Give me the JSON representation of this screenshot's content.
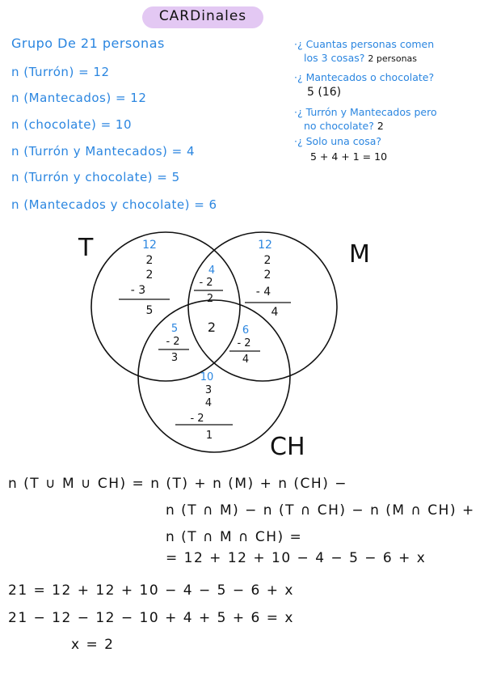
{
  "title": "CARDinales",
  "given": [
    "Grupo De 21 personas",
    "n (Turrón) = 12",
    "n (Mantecados) = 12",
    "n (chocolate) = 10",
    "n (Turrón y Mantecados) = 4",
    "n (Turrón y chocolate) = 5",
    "n (Mantecados y chocolate) = 6"
  ],
  "questions": [
    {
      "blue": "·¿ Cuantas personas comen",
      "blue2": "los 3 cosas?",
      "black": "2 personas"
    },
    {
      "blue": "·¿ Mantecados o chocolate?",
      "black": "5 (16)"
    },
    {
      "blue": "·¿ Turrón y Mantecados pero",
      "blue2": "no chocolate?",
      "black": "2"
    },
    {
      "blue": "·¿ Solo una cosa?",
      "black": "5 + 4 + 1 = 10"
    }
  ],
  "venn": {
    "labels": {
      "t": "T",
      "m": "M",
      "ch": "CH"
    },
    "t_only": {
      "total": "12",
      "l1": "2",
      "l2": "2",
      "l3": "- 3",
      "result": "5"
    },
    "m_only": {
      "total": "12",
      "l1": "2",
      "l2": "2",
      "l3": "- 4",
      "result": "4"
    },
    "ch_only": {
      "total": "10",
      "l1": "3",
      "l2": "4",
      "l3": "- 2",
      "result": "1"
    },
    "tm": {
      "total": "4",
      "l1": "- 2",
      "result": "2"
    },
    "tch": {
      "total": "5",
      "l1": "- 2",
      "result": "3"
    },
    "mch": {
      "total": "6",
      "l1": "- 2",
      "result": "4"
    },
    "center": "2"
  },
  "formula": [
    "n (T ∪ M ∪ CH) = n (T) + n (M) + n (CH) −",
    "n (T ∩ M) − n (T ∩ CH) − n (M ∩ CH) +",
    "n (T ∩ M ∩ CH) =",
    "= 12 + 12 + 10 − 4 − 5 − 6 + x"
  ],
  "solve": [
    "21 = 12 + 12 + 10 − 4 − 5 − 6 + x",
    "21 − 12 − 12 − 10 + 4 + 5 + 6  = x",
    "x = 2"
  ],
  "colors": {
    "blue": "#2b86e0",
    "pill": "#e3c8f3",
    "ink": "#111111"
  }
}
